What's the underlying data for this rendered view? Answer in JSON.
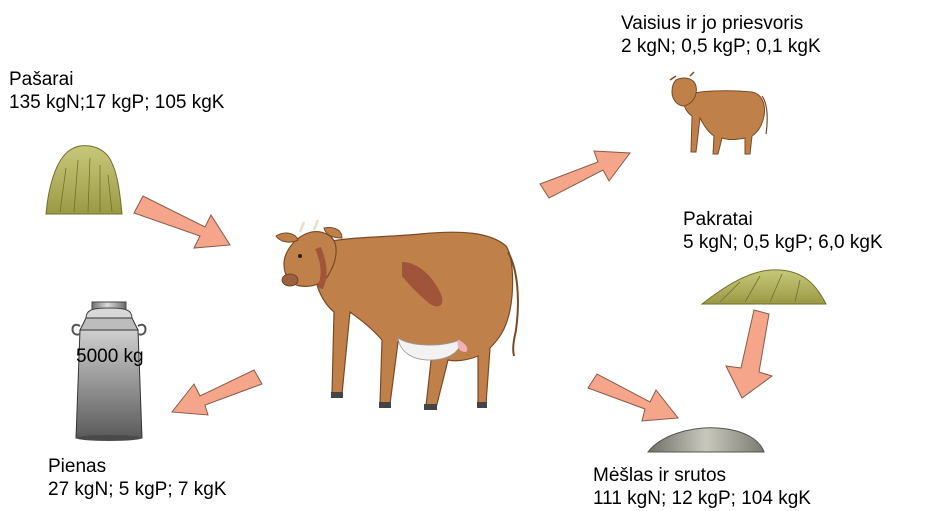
{
  "nodes": {
    "feed": {
      "title": "Pašarai",
      "values": "135 kgN;17 kgP; 105 kgK"
    },
    "fetus": {
      "title": "Vaisius ir jo priesvoris",
      "values": "2 kgN; 0,5 kgP; 0,1 kgK"
    },
    "bedding": {
      "title": "Pakratai",
      "values": "5 kgN; 0,5 kgP; 6,0 kgK"
    },
    "milk": {
      "title": "Pienas",
      "values": "27 kgN; 5 kgP; 7 kgK",
      "amount": "5000 kg"
    },
    "manure": {
      "title": "Mėšlas  ir srutos",
      "values": "111 kgN; 12 kgP; 104 kgK"
    }
  },
  "colors": {
    "arrow_fill": "#f4a58a",
    "arrow_stroke": "#8a5a4a",
    "cow_body": "#c0804a",
    "cow_patch": "#a0553a",
    "hay": "#b4b45a",
    "manure": "#9a9a8a",
    "can": "#9a9a9a"
  },
  "icons": [
    "hay-pile-icon",
    "cow-icon",
    "calf-icon",
    "milk-can-icon",
    "manure-pile-icon"
  ]
}
